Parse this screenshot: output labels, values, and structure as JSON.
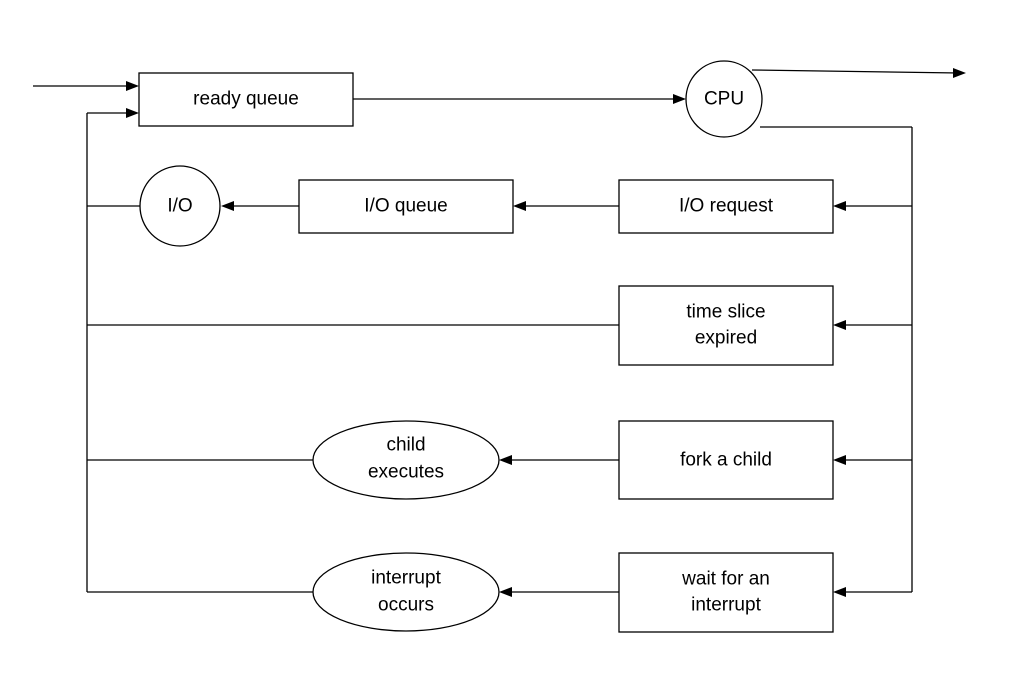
{
  "nodes": {
    "ready_queue": "ready queue",
    "cpu": "CPU",
    "io": "I/O",
    "io_queue": "I/O queue",
    "io_request": "I/O request",
    "time_slice": [
      "time slice",
      "expired"
    ],
    "fork_child": "fork a child",
    "child_executes": [
      "child",
      "executes"
    ],
    "wait_interrupt": [
      "wait for an",
      "interrupt"
    ],
    "interrupt_occurs": [
      "interrupt",
      "occurs"
    ]
  }
}
